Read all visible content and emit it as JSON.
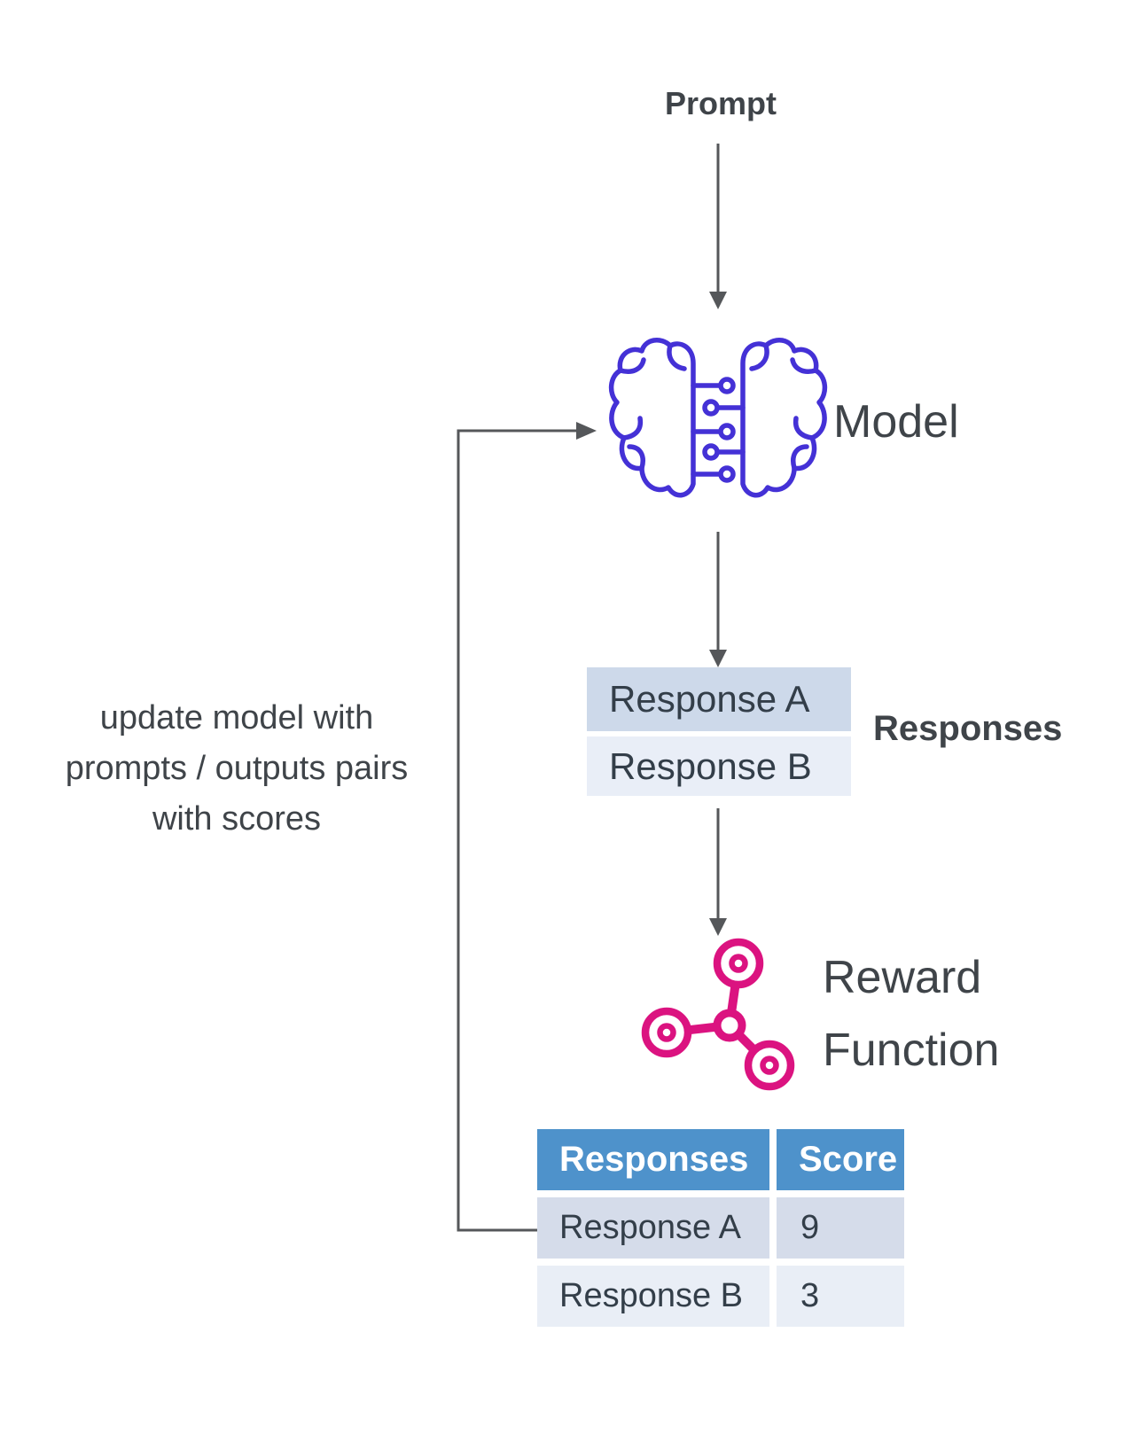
{
  "colors": {
    "text_dark": "#3f4449",
    "cell_text": "#333e49",
    "arrow": "#55575a",
    "brain": "#4431d6",
    "molecule": "#db1380",
    "hdr_blue": "#4e92cb",
    "row_a": "#d5dcea",
    "row_b": "#e9eef6",
    "resp_a": "#cdd9ea",
    "resp_b": "#e9eef7"
  },
  "diagram": {
    "prompt_label": "Prompt",
    "model": {
      "label": "Model",
      "icon": "brain-circuit-icon"
    },
    "responses": {
      "label": "Responses",
      "items": [
        "Response A",
        "Response B"
      ]
    },
    "reward": {
      "label_line1": "Reward",
      "label_line2": "Function",
      "icon": "molecule-icon"
    },
    "loop_note_lines": [
      "update model with",
      "prompts / outputs pairs",
      "with scores"
    ],
    "score_table": {
      "headers": [
        "Responses",
        "Score"
      ],
      "rows": [
        {
          "response": "Response A",
          "score": "9"
        },
        {
          "response": "Response B",
          "score": "3"
        }
      ]
    }
  }
}
